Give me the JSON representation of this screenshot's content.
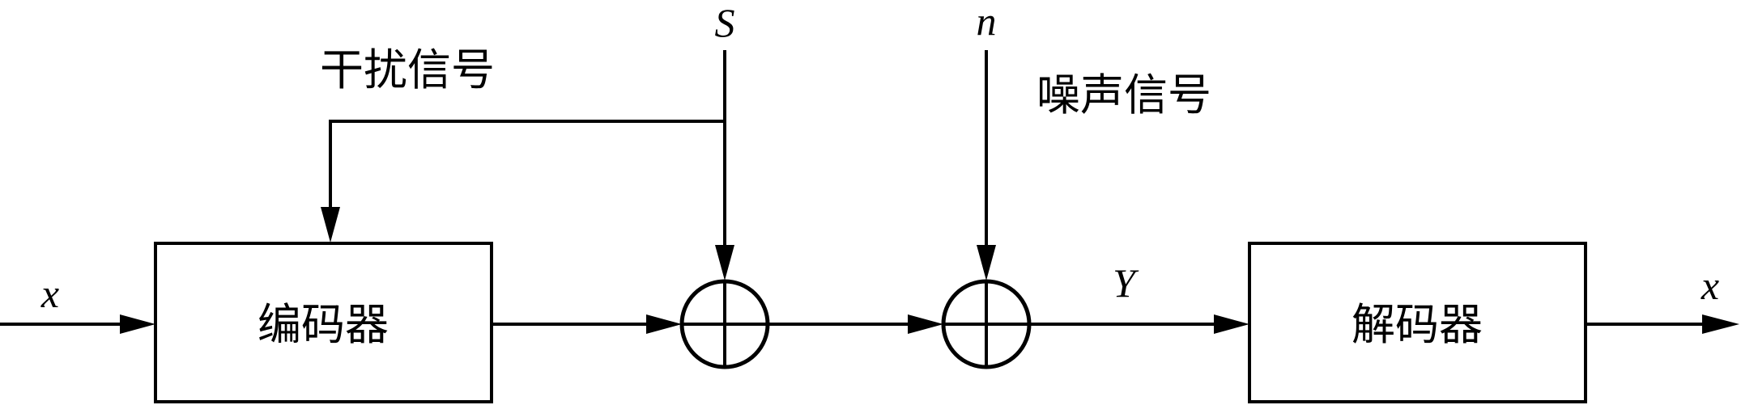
{
  "signals": {
    "input_x": "x",
    "output_x": "x",
    "interference_symbol": "S",
    "noise_symbol": "n",
    "channel_output": "Y"
  },
  "labels": {
    "interference_signal": "干扰信号",
    "noise_signal": "噪声信号"
  },
  "blocks": {
    "encoder": "编码器",
    "decoder": "解码器"
  }
}
